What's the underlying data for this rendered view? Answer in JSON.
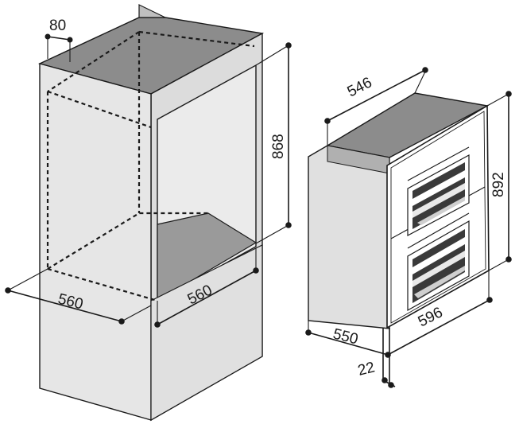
{
  "niche": {
    "height_label": "868",
    "width_label": "560",
    "depth_label": "560",
    "rear_gap_label": "80"
  },
  "oven": {
    "height_label": "892",
    "width_label": "596",
    "depth_label": "550",
    "top_depth_label": "546",
    "front_offset_label": "22"
  },
  "colors": {
    "cabinet_face": "#e6e6e6",
    "cabinet_top": "#8c8c8c",
    "cabinet_side": "#d9d9d9",
    "oven_front": "#ffffff",
    "outline": "#1a1a1a"
  }
}
